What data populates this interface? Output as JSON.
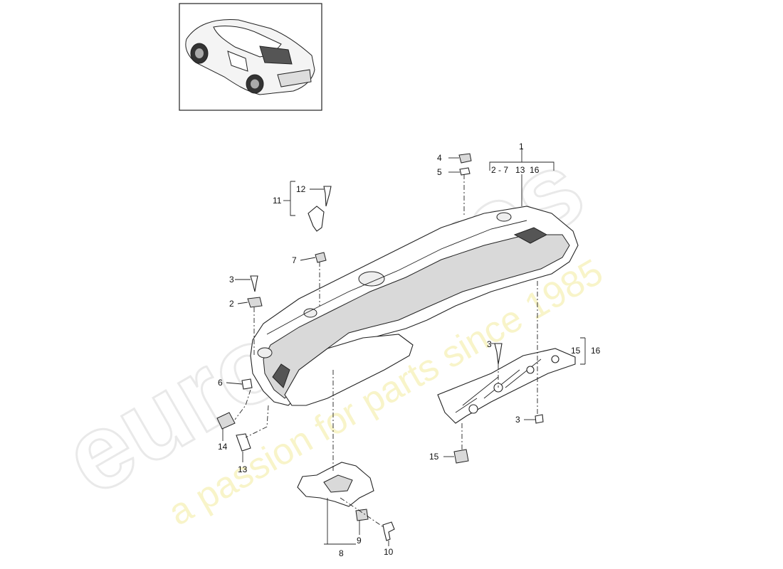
{
  "watermark": {
    "brand": "eurospares",
    "tagline": "a passion for parts since 1985"
  },
  "callouts": [
    {
      "id": "c1",
      "text": "1"
    },
    {
      "id": "c1_sub",
      "text": "2 - 7   13  16"
    },
    {
      "id": "c2",
      "text": "2"
    },
    {
      "id": "c3a",
      "text": "3"
    },
    {
      "id": "c3b",
      "text": "3"
    },
    {
      "id": "c3c",
      "text": "3"
    },
    {
      "id": "c4",
      "text": "4"
    },
    {
      "id": "c5",
      "text": "5"
    },
    {
      "id": "c6",
      "text": "6"
    },
    {
      "id": "c7",
      "text": "7"
    },
    {
      "id": "c8",
      "text": "8"
    },
    {
      "id": "c9",
      "text": "9"
    },
    {
      "id": "c10",
      "text": "10"
    },
    {
      "id": "c11",
      "text": "11"
    },
    {
      "id": "c12",
      "text": "12"
    },
    {
      "id": "c13",
      "text": "13"
    },
    {
      "id": "c14",
      "text": "14"
    },
    {
      "id": "c15a",
      "text": "15"
    },
    {
      "id": "c15b",
      "text": "15"
    },
    {
      "id": "c16",
      "text": "16"
    }
  ]
}
